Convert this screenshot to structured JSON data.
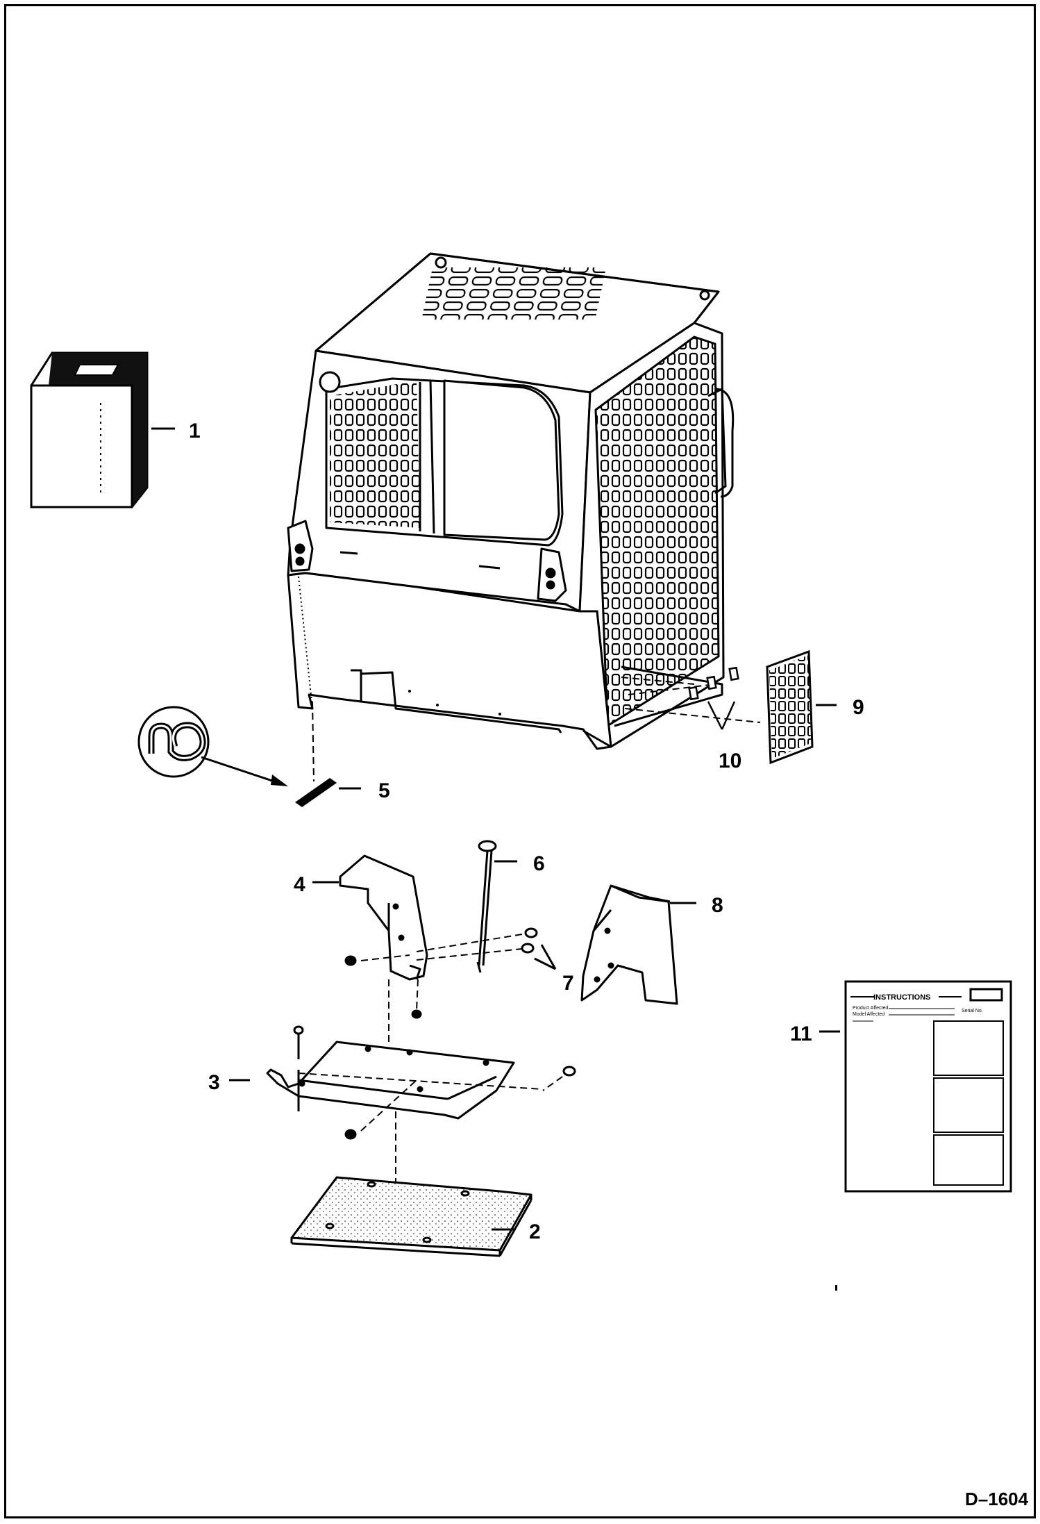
{
  "figure": {
    "id": "D–1604",
    "callouts": [
      "1",
      "2",
      "3",
      "4",
      "5",
      "6",
      "7",
      "8",
      "9",
      "10",
      "11"
    ]
  },
  "instructions_sheet": {
    "title": "INSTRUCTIONS",
    "line1": "Product Affected",
    "line2": "Model Affected",
    "line3": "Serial No."
  }
}
